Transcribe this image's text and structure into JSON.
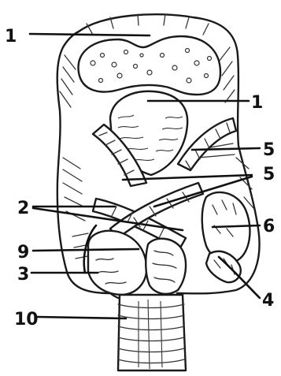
{
  "figure": {
    "labels": [
      {
        "id": "l1a",
        "text": "1"
      },
      {
        "id": "l1b",
        "text": "1"
      },
      {
        "id": "l5a",
        "text": "5"
      },
      {
        "id": "l5b",
        "text": "5"
      },
      {
        "id": "l2",
        "text": "2"
      },
      {
        "id": "l6",
        "text": "6"
      },
      {
        "id": "l9",
        "text": "9"
      },
      {
        "id": "l3",
        "text": "3"
      },
      {
        "id": "l4",
        "text": "4"
      },
      {
        "id": "l10",
        "text": "10"
      }
    ]
  }
}
